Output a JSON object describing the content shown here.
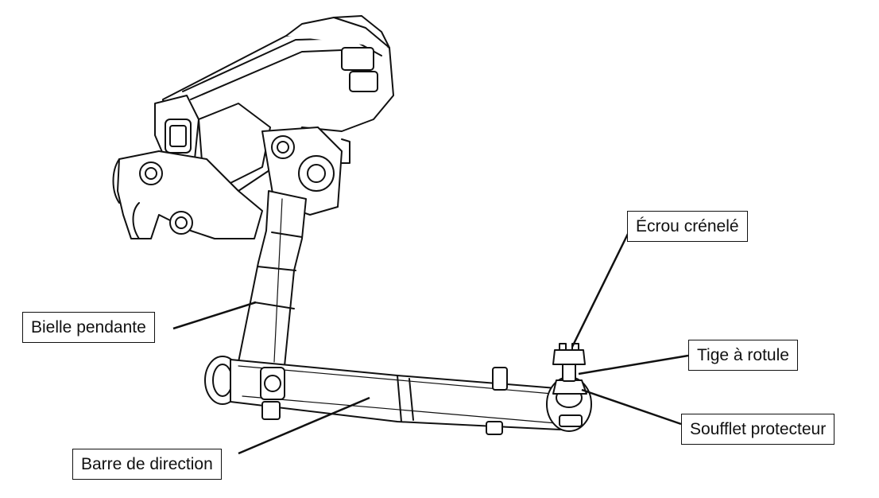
{
  "labels": {
    "ecrou": "Écrou crénelé",
    "bielle": "Bielle pendante",
    "tige": "Tige à rotule",
    "soufflet": "Soufflet protecteur",
    "barre": "Barre de direction"
  },
  "colors": {
    "line": "#111111",
    "background": "#ffffff"
  }
}
